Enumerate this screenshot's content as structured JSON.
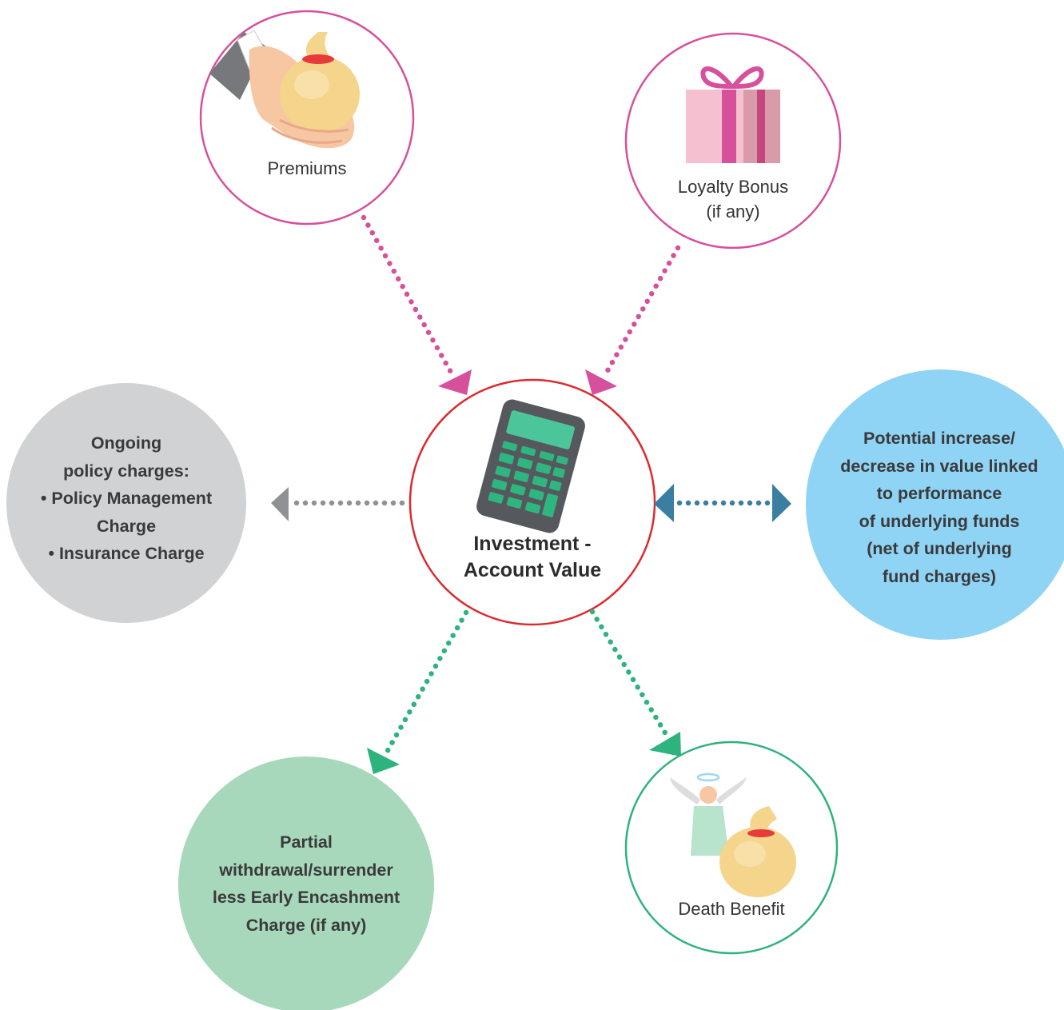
{
  "colors": {
    "pink": "#d6509c",
    "red": "#dc2a2f",
    "gray": "#d1d2d4",
    "gray_arrow": "#8f9194",
    "blue": "#8fd3f5",
    "blue_arrow": "#3a7ea2",
    "green": "#a8d8bc",
    "green_arrow": "#2db37d"
  },
  "center": {
    "icon": "calculator-icon",
    "line1": "Investment -",
    "line2": "Account Value"
  },
  "nodes": {
    "premiums": {
      "icon": "money-bag-in-hand-icon",
      "label": "Premiums"
    },
    "loyalty": {
      "icon": "gift-box-icon",
      "line1": "Loyalty Bonus",
      "line2": "(if any)"
    },
    "charges": {
      "line1": "Ongoing",
      "line2": "policy charges:",
      "line3": "• Policy Management",
      "line4": "Charge",
      "line5": "• Insurance Charge"
    },
    "performance": {
      "line1": "Potential increase/",
      "line2": "decrease in value linked",
      "line3": "to performance",
      "line4": "of underlying funds",
      "line5": "(net of underlying",
      "line6": "fund charges)"
    },
    "withdrawal": {
      "line1": "Partial",
      "line2": "withdrawal/surrender",
      "line3": "less Early Encashment",
      "line4": "Charge (if any)"
    },
    "death": {
      "icon": "angel-and-money-bag-icon",
      "label": "Death Benefit"
    }
  }
}
